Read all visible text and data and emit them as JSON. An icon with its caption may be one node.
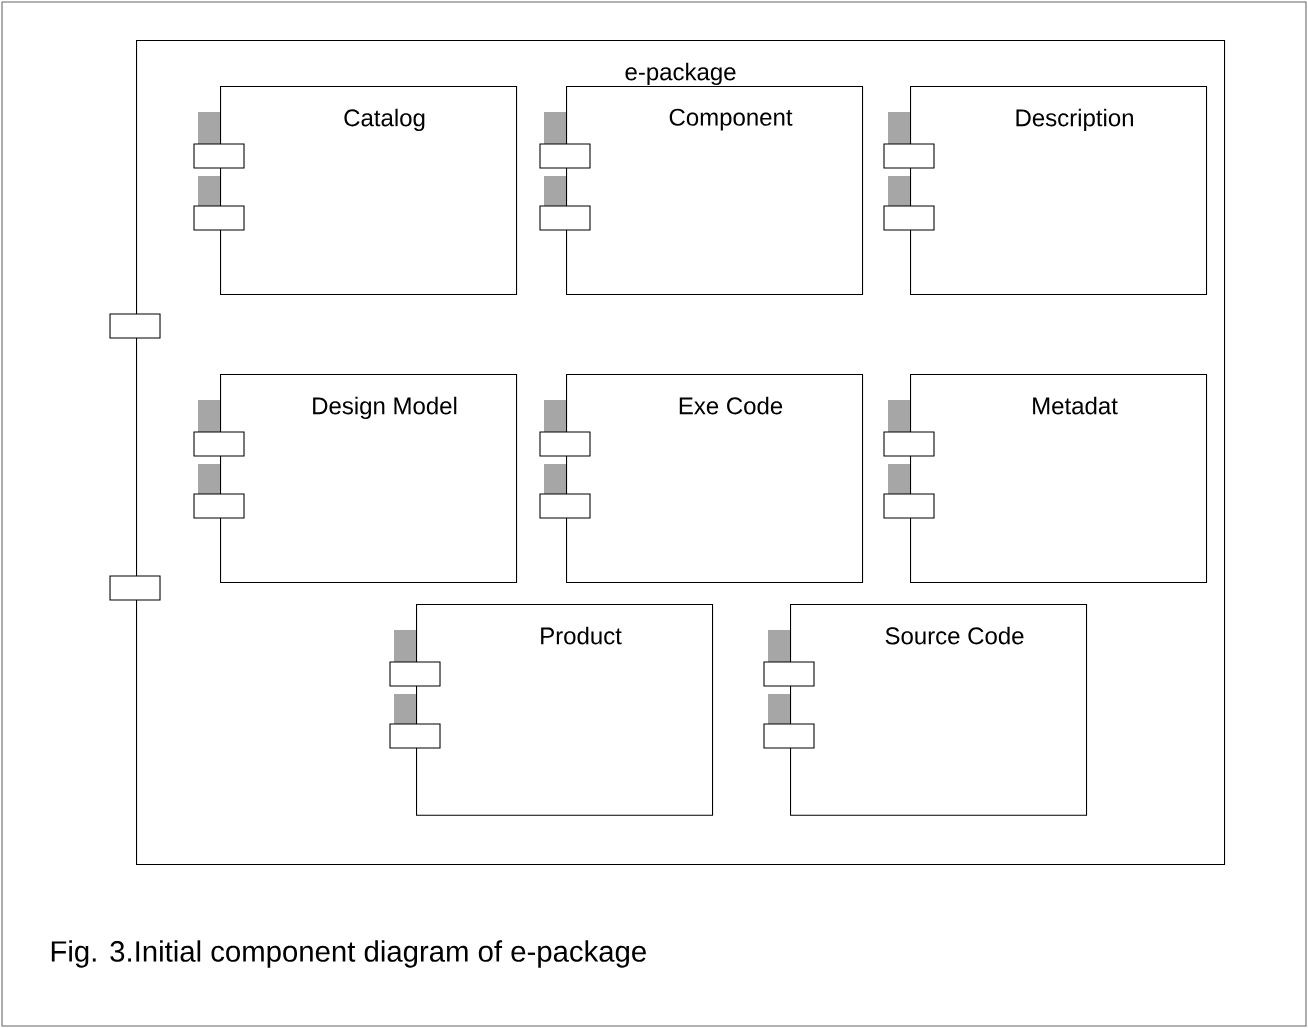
{
  "diagram": {
    "caption": "Fig. 3.Initial component diagram of e-package",
    "nodes": [
      {
        "text": [
          "e-package"
        ]
      },
      {
        "text": [
          "Catalog"
        ],
        "in": 0
      },
      {
        "text": [
          "Component"
        ],
        "in": 0
      },
      {
        "text": [
          "Description"
        ],
        "in": 0
      },
      {
        "text": [
          "Design Model"
        ],
        "in": 0
      },
      {
        "text": [
          "Exe Code"
        ],
        "in": 0
      },
      {
        "text": [
          "Metadat"
        ],
        "in": 0
      },
      {
        "text": [
          "Product"
        ],
        "in": 0
      },
      {
        "text": [
          "Source Code"
        ],
        "in": 0
      }
    ]
  }
}
